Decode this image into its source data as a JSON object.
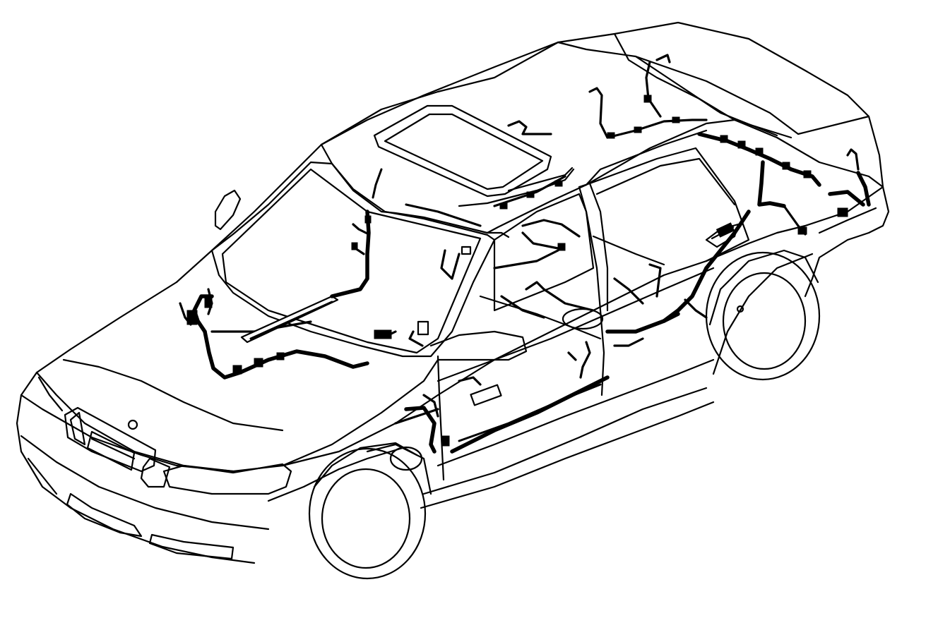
{
  "diagram": {
    "subject": "car-wiring-harness-layout",
    "colors": {
      "line": "#000000",
      "background": "#ffffff"
    },
    "components": [
      "car-body-outline",
      "sunroof",
      "windshield",
      "front-wheel",
      "rear-wheel",
      "engine-bay-harness",
      "dashboard-harness",
      "roof-harness",
      "floor-harness",
      "rear-harness"
    ]
  }
}
